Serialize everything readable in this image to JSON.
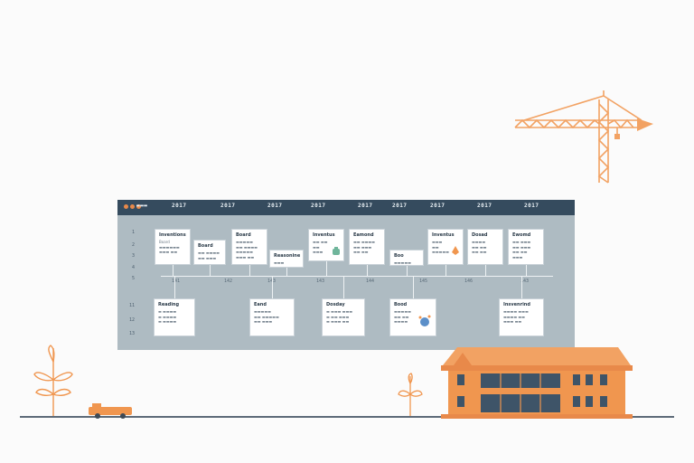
{
  "board": {
    "header_dots": [
      "#e8894a",
      "#e8894a",
      "#e8894a"
    ],
    "header_title": "▬▬▬",
    "header_labels": [
      "2017",
      "2017",
      "2017",
      "2017",
      "2017",
      "2017",
      "2017",
      "2017",
      "2017"
    ],
    "row_numbers": [
      "1",
      "2",
      "3",
      "4",
      "5",
      "11",
      "12",
      "13"
    ],
    "timeline_ticks": [
      "141",
      "142",
      "143",
      "143",
      "144",
      "145",
      "146",
      "143"
    ],
    "top_cards": [
      {
        "title": "Inventions",
        "lines": [
          "Board",
          "▬▬▬▬▬▬",
          "▬▬▬ ▬▬"
        ]
      },
      {
        "title": "Board",
        "lines": [
          "▬▬ ▬▬▬▬",
          "▬▬ ▬▬▬"
        ]
      },
      {
        "title": "Board",
        "lines": [
          "▬▬▬▬▬",
          "▬▬ ▬▬▬▬",
          "▬▬▬▬▬",
          "▬▬▬ ▬▬"
        ]
      },
      {
        "title": "Reasonine",
        "lines": [
          "▬▬▬"
        ]
      },
      {
        "title": "Inventus",
        "lines": [
          "▬▬ ▬▬",
          "▬▬",
          "▬▬▬"
        ]
      },
      {
        "title": "Eamond",
        "lines": [
          "▬▬ ▬▬▬▬",
          "▬▬ ▬▬▬",
          "▬▬ ▬▬"
        ]
      },
      {
        "title": "Boo",
        "lines": [
          "▬▬▬▬▬"
        ]
      },
      {
        "title": "Inventus",
        "lines": [
          "▬▬▬",
          "▬▬",
          "▬▬▬▬▬"
        ]
      },
      {
        "title": "Dosad",
        "lines": [
          "▬▬▬▬",
          "▬▬ ▬▬",
          "▬▬ ▬▬"
        ]
      },
      {
        "title": "Ewomd",
        "lines": [
          "▬▬ ▬▬▬",
          "▬▬ ▬▬▬",
          "▬▬ ▬▬",
          "▬▬▬"
        ]
      }
    ],
    "bottom_cards": [
      {
        "title": "Reading",
        "lines": [
          "▬ ▬▬▬▬",
          "▬ ▬▬▬▬",
          "▬ ▬▬▬▬"
        ]
      },
      {
        "title": "Eand",
        "lines": [
          "▬▬▬▬▬",
          "▬▬ ▬▬▬▬▬",
          "▬▬ ▬▬▬"
        ]
      },
      {
        "title": "Dosday",
        "lines": [
          "▬ ▬▬▬ ▬▬▬",
          "▬ ▬▬ ▬▬▬",
          "▬ ▬▬▬ ▬▬"
        ]
      },
      {
        "title": "Bood",
        "lines": [
          "▬▬▬▬▬",
          "▬▬ ▬▬",
          "▬▬▬▬"
        ]
      },
      {
        "title": "Insvenrind",
        "lines": [
          "▬▬▬▬ ▬▬▬",
          "▬▬▬▬ ▬▬",
          "▬▬▬ ▬▬"
        ]
      }
    ]
  },
  "colors": {
    "sky": "#fbfbfb",
    "board": "#aebbc2",
    "header": "#354b5e",
    "accent_orange": "#f0964f",
    "crane": "#f2a263",
    "building": "#f0964f",
    "window": "#3e5468",
    "ground": "#5d6a78",
    "icon_green": "#6fb59b",
    "icon_blue": "#5b8fc9"
  },
  "icons": [
    "crane-icon",
    "building-icon",
    "tree-icon",
    "car-icon",
    "plant-icon",
    "bag-icon",
    "pin-icon",
    "cluster-icon"
  ]
}
